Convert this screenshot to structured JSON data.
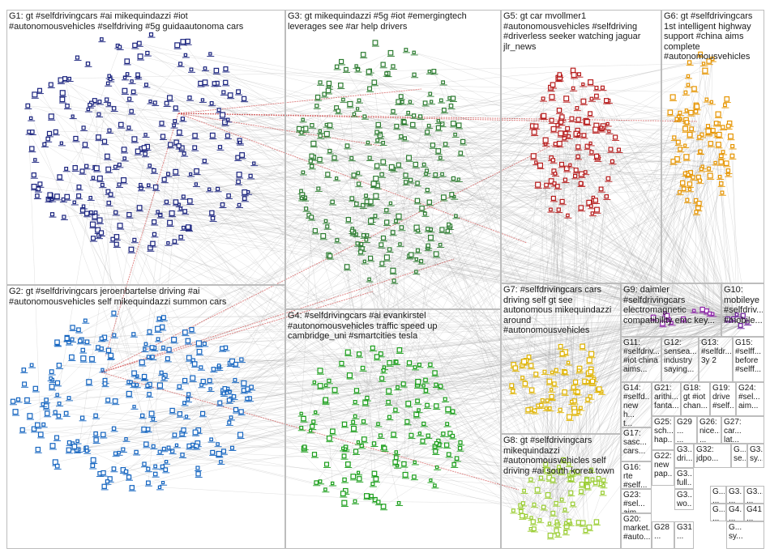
{
  "groups": [
    {
      "id": "G1",
      "label": "G1: gt #selfdrivingcars #ai mikequindazzi #iot\n#autonomousvehicles #selfdriving #5g guidaautonoma cars",
      "color": "#1a237e"
    },
    {
      "id": "G2",
      "label": "G2: gt #selfdrivingcars jeroenbartelse driving #ai\n#autonomousvehicles self mikequindazzi summon cars",
      "color": "#1565c0"
    },
    {
      "id": "G3",
      "label": "G3: gt mikequindazzi #5g #iot #emergingtech\nleverages see #ar help drivers",
      "color": "#2e7d32"
    },
    {
      "id": "G4",
      "label": "G4: #selfdrivingcars #ai evankirstel\n#autonomousvehicles traffic speed up\ncambridge_uni #smartcities tesla",
      "color": "#1b9e1b"
    },
    {
      "id": "G5",
      "label": "G5: gt car mvollmer1\n#autonomousvehicles #selfdriving\n#driverless seeker watching jaguar\njlr_news",
      "color": "#b71c1c"
    },
    {
      "id": "G6",
      "label": "G6: gt #selfdrivingcars\n1st intelligent highway\nsupport #china aims\ncomplete\n#autonomousvehicles",
      "color": "#e69500"
    },
    {
      "id": "G7",
      "label": "G7: #selfdrivingcars cars\ndriving self gt see\nautonomous mikequindazzi\naround\n#autonomousvehicles",
      "color": "#e0b400"
    },
    {
      "id": "G8",
      "label": "G8: gt #selfdrivingcars\nmikequindazzi\n#autonomousvehicles self\ndriving #ai south korea town",
      "color": "#9acd32"
    },
    {
      "id": "G9",
      "label": "G9: daimler\n#selfdrivingcars\nelectromagnetic\ncompatibility emc key...",
      "color": "#8e24aa"
    },
    {
      "id": "G10",
      "label": "G10:\nmobileye\n#selfdriv...\n#mobile...",
      "color": "#6a1b9a"
    },
    {
      "id": "G11",
      "label": "G11:\n#selfdriv...\n#iot china\naims...",
      "color": "#00897b"
    },
    {
      "id": "G12",
      "label": "G12:\nsensea...\nindustry\nsaying...",
      "color": "#5d4037"
    },
    {
      "id": "G13",
      "label": "G13:\n#selfdr...\n3y 2",
      "color": "#3949ab"
    },
    {
      "id": "G15",
      "label": "G15:\n#selff...\nbefore\n#selff...",
      "color": "#6d4c41"
    },
    {
      "id": "G14",
      "label": "G14:\n#selfd...\nnew h...\nt...",
      "color": "#039be5"
    },
    {
      "id": "G21",
      "label": "G21:\narithi...\nfanta...",
      "color": "#7cb342"
    },
    {
      "id": "G18",
      "label": "G18:\ngt #iot\nchan...",
      "color": "#5e35b1"
    },
    {
      "id": "G19",
      "label": "G19:\ndrive\n#self...",
      "color": "#c0ca33"
    },
    {
      "id": "G24",
      "label": "G24:\n#sel...\naim...",
      "color": "#00acc1"
    },
    {
      "id": "G17",
      "label": "G17:\nsasc...\ncars...",
      "color": "#8d6e63"
    },
    {
      "id": "G25",
      "label": "G25:\nsch...\nhap...",
      "color": "#e91e63"
    },
    {
      "id": "G29",
      "label": "G29\n...\n...",
      "color": "#ff7043"
    },
    {
      "id": "G26",
      "label": "G26:\nnice...\n...",
      "color": "#26a69a"
    },
    {
      "id": "G27",
      "label": "G27:\ncar...\nlat...",
      "color": "#78909c"
    },
    {
      "id": "G16",
      "label": "G16:\nrte\n#self...",
      "color": "#ab47bc"
    },
    {
      "id": "G22",
      "label": "G22:\nnew\npap...",
      "color": "#ef6c00"
    },
    {
      "id": "G3x",
      "label": "G3...\ndri...",
      "color": "#455a64"
    },
    {
      "id": "G32",
      "label": "G32:\njdpo...",
      "color": "#827717"
    },
    {
      "id": "Gs1",
      "label": "G...\nse...",
      "color": "#1e88e5"
    },
    {
      "id": "Gs2",
      "label": "G3...\nsy...",
      "color": "#43a047"
    },
    {
      "id": "G23",
      "label": "G23:\n#sel...\naim...",
      "color": "#f4511e"
    },
    {
      "id": "G3y",
      "label": "G3...\nfull...",
      "color": "#3949ab"
    },
    {
      "id": "G3z",
      "label": "G3...\nwo...",
      "color": "#7b1fa2"
    },
    {
      "id": "Gs3",
      "label": "G...\n...",
      "color": "#00838f"
    },
    {
      "id": "G33",
      "label": "G3...\n...",
      "color": "#6d4c41"
    },
    {
      "id": "G3b",
      "label": "G3...\n...",
      "color": "#c2185b"
    },
    {
      "id": "G20",
      "label": "G20:\nmarket...\n#auto...",
      "color": "#546e7a"
    },
    {
      "id": "G28",
      "label": "G28\n...",
      "color": "#8bc34a"
    },
    {
      "id": "G31",
      "label": "G31...\n...",
      "color": "#5c6bc0"
    },
    {
      "id": "Gs4",
      "label": "G...\n...",
      "color": "#26c6da"
    },
    {
      "id": "G4a",
      "label": "G4...\n...",
      "color": "#9ccc65"
    },
    {
      "id": "G41",
      "label": "G41\n...",
      "color": "#ff8a65"
    },
    {
      "id": "Gs5",
      "label": "G...\nsy...",
      "color": "#7e57c2"
    }
  ]
}
